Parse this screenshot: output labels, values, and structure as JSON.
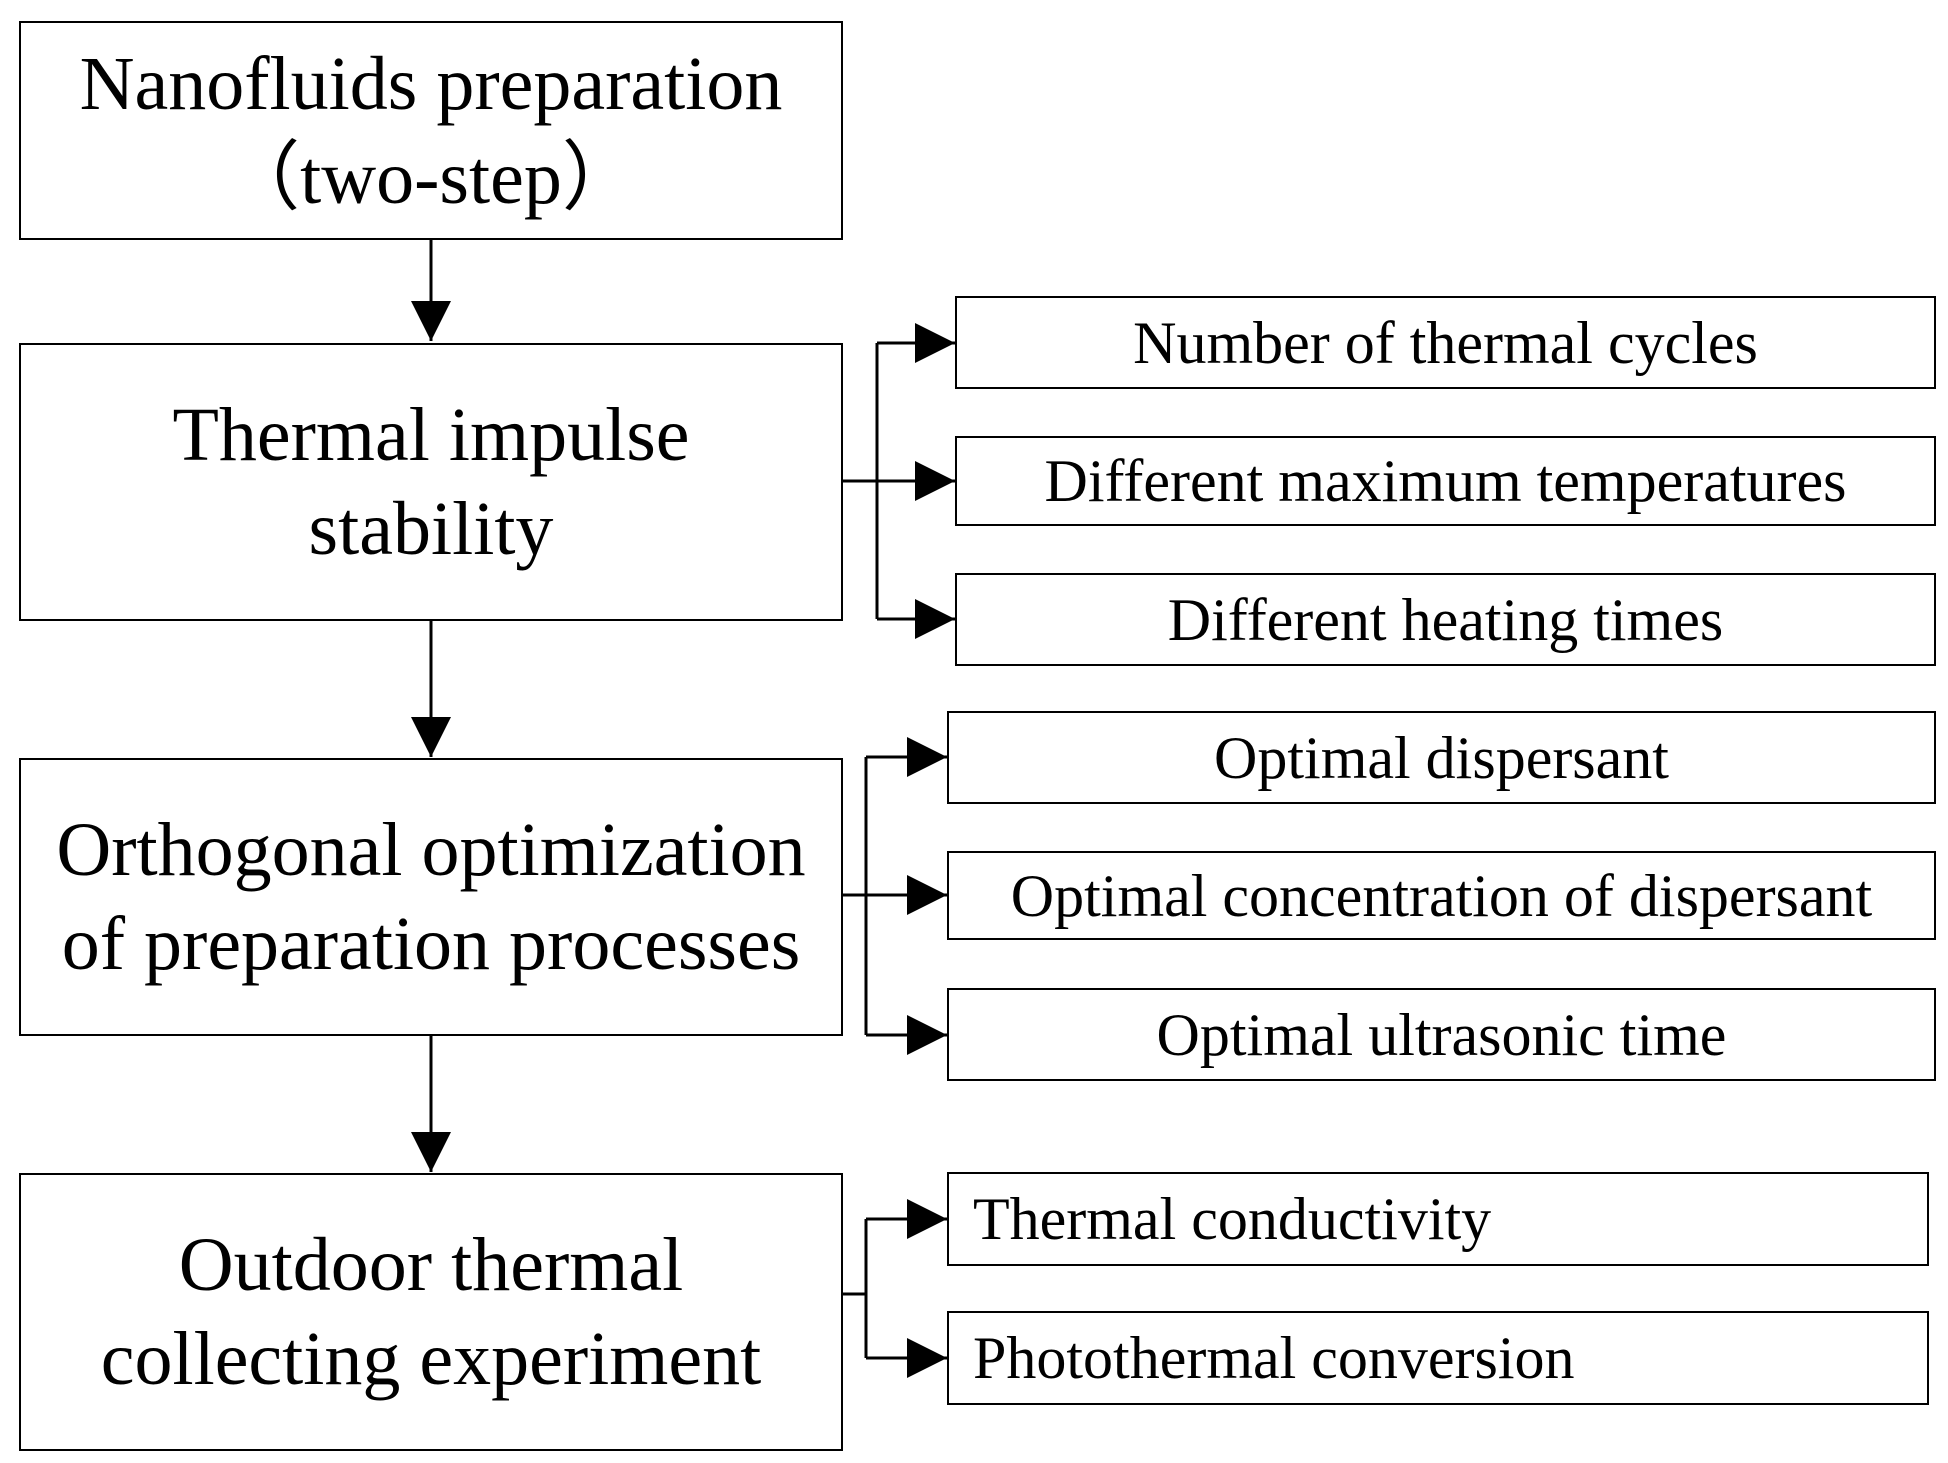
{
  "main_steps": [
    {
      "lines": [
        "Nanofluids preparation",
        "（two-step）"
      ]
    },
    {
      "lines": [
        "Thermal impulse",
        "stability"
      ]
    },
    {
      "lines": [
        "Orthogonal optimization",
        "of preparation processes"
      ]
    },
    {
      "lines": [
        "Outdoor thermal",
        "collecting experiment"
      ]
    }
  ],
  "thermal_impulse_stability_factors": [
    "Number of thermal cycles",
    "Different maximum temperatures",
    "Different heating times"
  ],
  "orthogonal_optimization_outputs": [
    "Optimal dispersant",
    "Optimal concentration of dispersant",
    "Optimal ultrasonic time"
  ],
  "outdoor_experiment_outputs": [
    "Thermal conductivity",
    "Photothermal conversion"
  ]
}
